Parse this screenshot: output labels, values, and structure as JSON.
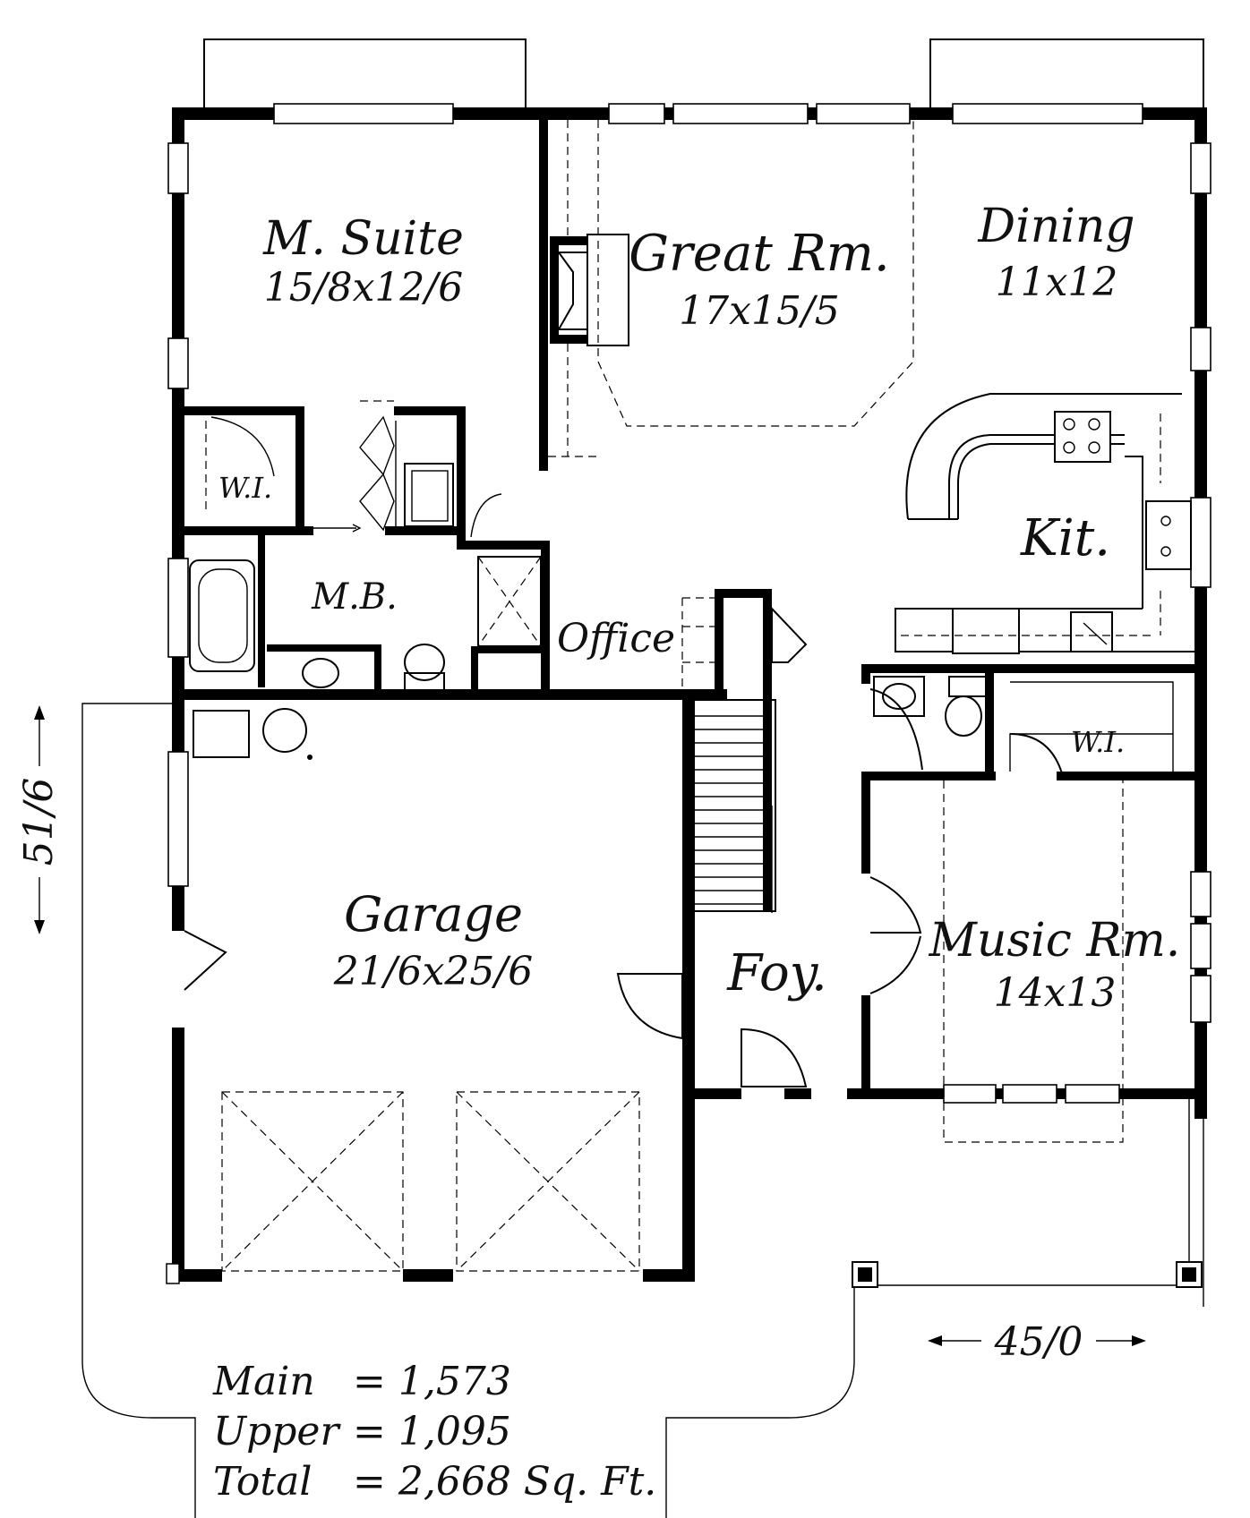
{
  "rooms": {
    "master_suite": {
      "name": "M. Suite",
      "dims": "15/8x12/6"
    },
    "great_room": {
      "name": "Great Rm.",
      "dims": "17x15/5"
    },
    "dining": {
      "name": "Dining",
      "dims": "11x12"
    },
    "kitchen": {
      "name": "Kit."
    },
    "walk_in_master": {
      "name": "W.I."
    },
    "master_bath": {
      "name": "M.B."
    },
    "office": {
      "name": "Office"
    },
    "garage": {
      "name": "Garage",
      "dims": "21/6x25/6"
    },
    "foyer": {
      "name": "Foy."
    },
    "walk_in_music": {
      "name": "W.I."
    },
    "music_room": {
      "name": "Music Rm.",
      "dims": "14x13"
    }
  },
  "dimensions": {
    "depth": "51/6",
    "width": "45/0"
  },
  "square_footage": {
    "main_label": "Main",
    "main_value": "= 1,573",
    "upper_label": "Upper",
    "upper_value": "= 1,095",
    "total_label": "Total",
    "total_value": "= 2,668 Sq. Ft."
  }
}
